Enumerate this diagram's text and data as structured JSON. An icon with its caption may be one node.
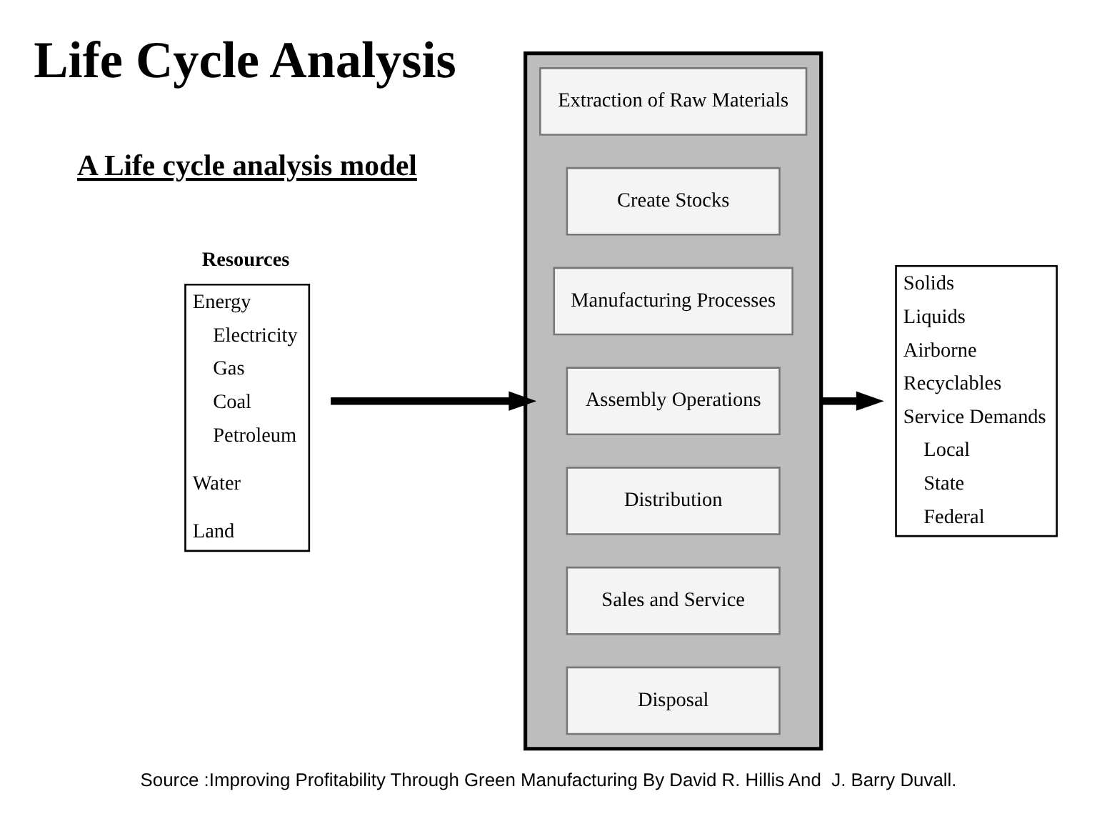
{
  "diagram": {
    "title": "Life Cycle Analysis",
    "caption": "Source :Improving Profitability Through Green Manufacturing By David R. Hillis And  J. Barry Duvall.",
    "nodes": [
      {
        "text": [
          "Resources",
          "Energy",
          "Electricity",
          "Gas",
          "Coal",
          "Petroleum",
          "Water",
          "Land"
        ]
      },
      {
        "text": [],
        "shape": "box"
      },
      {
        "text": [
          "Extraction of Raw Materials"
        ],
        "in": 1
      },
      {
        "text": [
          "Create Stocks"
        ],
        "in": 1
      },
      {
        "text": [
          "Manufacturing Processes"
        ],
        "in": 1
      },
      {
        "text": [
          "Assembly Operations"
        ],
        "in": 1
      },
      {
        "text": [
          "Distribution"
        ],
        "in": 1
      },
      {
        "text": [
          "Sales and Service"
        ],
        "in": 1
      },
      {
        "text": [
          "Disposal"
        ],
        "in": 1
      },
      {
        "text": [
          "Solids",
          "Liquids",
          "Airborne",
          "Recyclables",
          "Service Demands",
          "Local",
          "State",
          "Federal"
        ]
      }
    ],
    "edges": [
      {
        "from": 0,
        "to": 1,
        "arrow": "to"
      },
      {
        "from": 1,
        "to": 9,
        "arrow": "to"
      }
    ],
    "labels": [
      "A Life cycle analysis model"
    ]
  }
}
